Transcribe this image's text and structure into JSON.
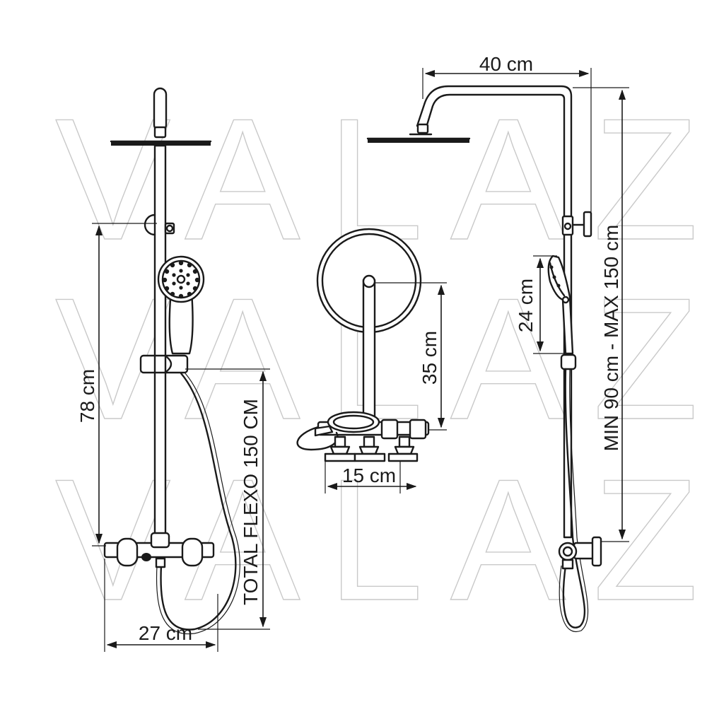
{
  "watermark": {
    "text": "VALAZ"
  },
  "dimensions": {
    "front_height": "78 cm",
    "hose_length": "TOTAL FLEXO  150 CM",
    "front_width": "27 cm",
    "top_height": "35 cm",
    "top_width": "15 cm",
    "arm_length": "40 cm",
    "handshower_length": "24 cm",
    "column_range": "MIN 90 cm - MAX 150 cm"
  }
}
